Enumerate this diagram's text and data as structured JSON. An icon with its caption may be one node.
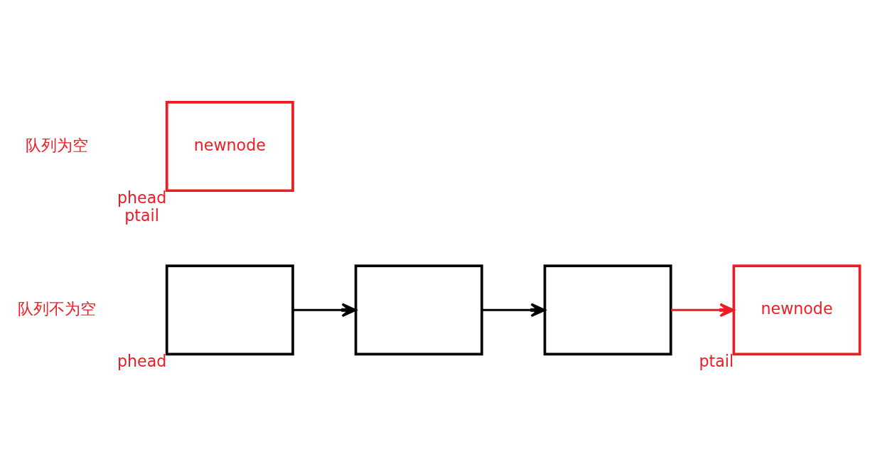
{
  "diagram": {
    "nodes": [
      {
        "text": [],
        "shape": "box",
        "beside": [
          "phead"
        ]
      },
      {
        "text": [],
        "shape": "box"
      },
      {
        "text": [],
        "shape": "box"
      },
      {
        "text": [
          "newnode"
        ],
        "beside": [
          "ptail"
        ]
      },
      {
        "text": [
          "newnode"
        ],
        "beside": [
          "phead",
          "ptail"
        ]
      }
    ],
    "edges": [
      {
        "from": 0,
        "to": 1,
        "arrow": "to"
      },
      {
        "from": 1,
        "to": 2,
        "arrow": "to"
      },
      {
        "from": 2,
        "to": 3,
        "arrow": "to",
        "color": "#ed1c24"
      }
    ],
    "labels": [
      "队列不为空",
      "队列为空"
    ]
  }
}
